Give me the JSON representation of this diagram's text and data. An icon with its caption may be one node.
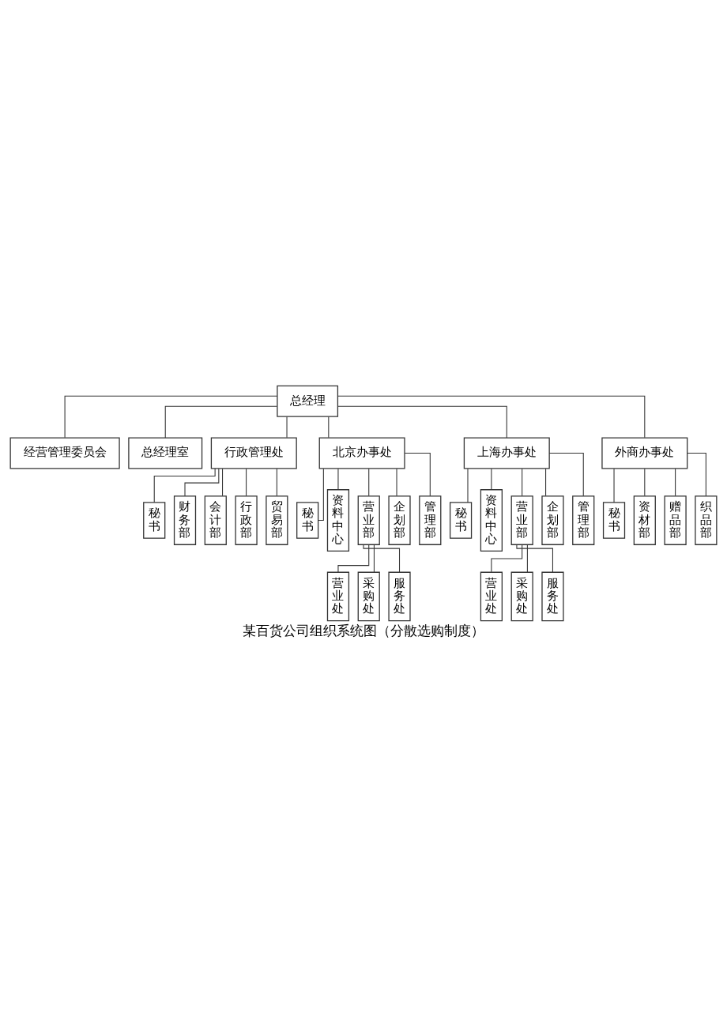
{
  "diagram": {
    "caption": "某百货公司组织系统图（分散选购制度）",
    "nodes": [
      {
        "text": [
          "总经理"
        ]
      },
      {
        "text": [
          "经营管理委员会"
        ]
      },
      {
        "text": [
          "总经理室"
        ]
      },
      {
        "text": [
          "行政管理处"
        ]
      },
      {
        "text": [
          "北京办事处"
        ]
      },
      {
        "text": [
          "上海办事处"
        ]
      },
      {
        "text": [
          "外商办事处"
        ]
      },
      {
        "text": [
          "秘书"
        ]
      },
      {
        "text": [
          "秘书"
        ]
      },
      {
        "text": [
          "资料中心"
        ]
      },
      {
        "text": [
          "秘书"
        ]
      },
      {
        "text": [
          "资料中心"
        ]
      },
      {
        "text": [
          "秘书"
        ]
      },
      {
        "text": [
          "财务部"
        ]
      },
      {
        "text": [
          "会计部"
        ]
      },
      {
        "text": [
          "行政部"
        ]
      },
      {
        "text": [
          "贸易部"
        ]
      },
      {
        "text": [
          "营业部"
        ]
      },
      {
        "text": [
          "企划部"
        ]
      },
      {
        "text": [
          "管理部"
        ]
      },
      {
        "text": [
          "营业部"
        ]
      },
      {
        "text": [
          "企划部"
        ]
      },
      {
        "text": [
          "管理部"
        ]
      },
      {
        "text": [
          "资材部"
        ]
      },
      {
        "text": [
          "赠品部"
        ]
      },
      {
        "text": [
          "织品部"
        ]
      },
      {
        "text": [
          "营业处"
        ]
      },
      {
        "text": [
          "采购处"
        ]
      },
      {
        "text": [
          "服务处"
        ]
      },
      {
        "text": [
          "营业处"
        ]
      },
      {
        "text": [
          "采购处"
        ]
      },
      {
        "text": [
          "服务处"
        ]
      }
    ],
    "edges": [
      {
        "from": 0,
        "to": 1,
        "arrow": "none"
      },
      {
        "from": 0,
        "to": 2,
        "arrow": "none"
      },
      {
        "from": 0,
        "to": 3,
        "arrow": "none"
      },
      {
        "from": 0,
        "to": 4,
        "arrow": "none"
      },
      {
        "from": 0,
        "to": 5,
        "arrow": "none"
      },
      {
        "from": 0,
        "to": 6,
        "arrow": "none"
      },
      {
        "from": 3,
        "to": 7,
        "arrow": "none"
      },
      {
        "from": 4,
        "to": 8,
        "arrow": "none"
      },
      {
        "from": 4,
        "to": 9,
        "arrow": "none"
      },
      {
        "from": 5,
        "to": 10,
        "arrow": "none"
      },
      {
        "from": 5,
        "to": 11,
        "arrow": "none"
      },
      {
        "from": 6,
        "to": 12,
        "arrow": "none"
      },
      {
        "from": 3,
        "to": 13,
        "arrow": "none"
      },
      {
        "from": 3,
        "to": 14,
        "arrow": "none"
      },
      {
        "from": 3,
        "to": 15,
        "arrow": "none"
      },
      {
        "from": 3,
        "to": 16,
        "arrow": "none"
      },
      {
        "from": 4,
        "to": 17,
        "arrow": "none"
      },
      {
        "from": 4,
        "to": 18,
        "arrow": "none"
      },
      {
        "from": 4,
        "to": 19,
        "arrow": "none"
      },
      {
        "from": 5,
        "to": 20,
        "arrow": "none"
      },
      {
        "from": 5,
        "to": 21,
        "arrow": "none"
      },
      {
        "from": 5,
        "to": 22,
        "arrow": "none"
      },
      {
        "from": 6,
        "to": 23,
        "arrow": "none"
      },
      {
        "from": 6,
        "to": 24,
        "arrow": "none"
      },
      {
        "from": 6,
        "to": 25,
        "arrow": "none"
      },
      {
        "from": 17,
        "to": 26,
        "arrow": "none"
      },
      {
        "from": 17,
        "to": 27,
        "arrow": "none"
      },
      {
        "from": 17,
        "to": 28,
        "arrow": "none"
      },
      {
        "from": 20,
        "to": 29,
        "arrow": "none"
      },
      {
        "from": 20,
        "to": 30,
        "arrow": "none"
      },
      {
        "from": 20,
        "to": 31,
        "arrow": "none"
      }
    ]
  }
}
